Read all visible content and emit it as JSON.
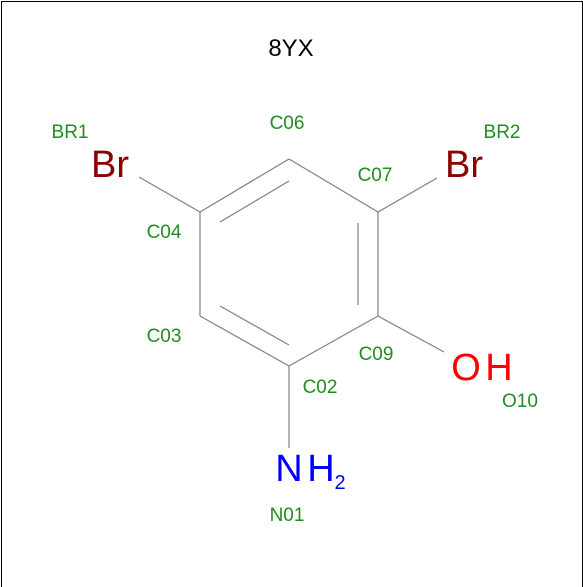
{
  "molecule": {
    "title": "8YX",
    "colors": {
      "bond": "#808080",
      "carbon_label": "#228b22",
      "bromine": "#8b0000",
      "oxygen": "#ff0000",
      "nitrogen": "#0000ff",
      "title": "#000000"
    },
    "element_symbols": {
      "br1": "Br",
      "br2": "Br",
      "oh_o": "O",
      "oh_h": "H",
      "nh_n": "N",
      "nh_h": "H",
      "nh_sub": "2"
    },
    "atom_labels": {
      "br1": "BR1",
      "br2": "BR2",
      "c06": "C06",
      "c07": "C07",
      "c04": "C04",
      "c03": "C03",
      "c09": "C09",
      "c02": "C02",
      "o10": "O10",
      "n01": "N01"
    }
  }
}
